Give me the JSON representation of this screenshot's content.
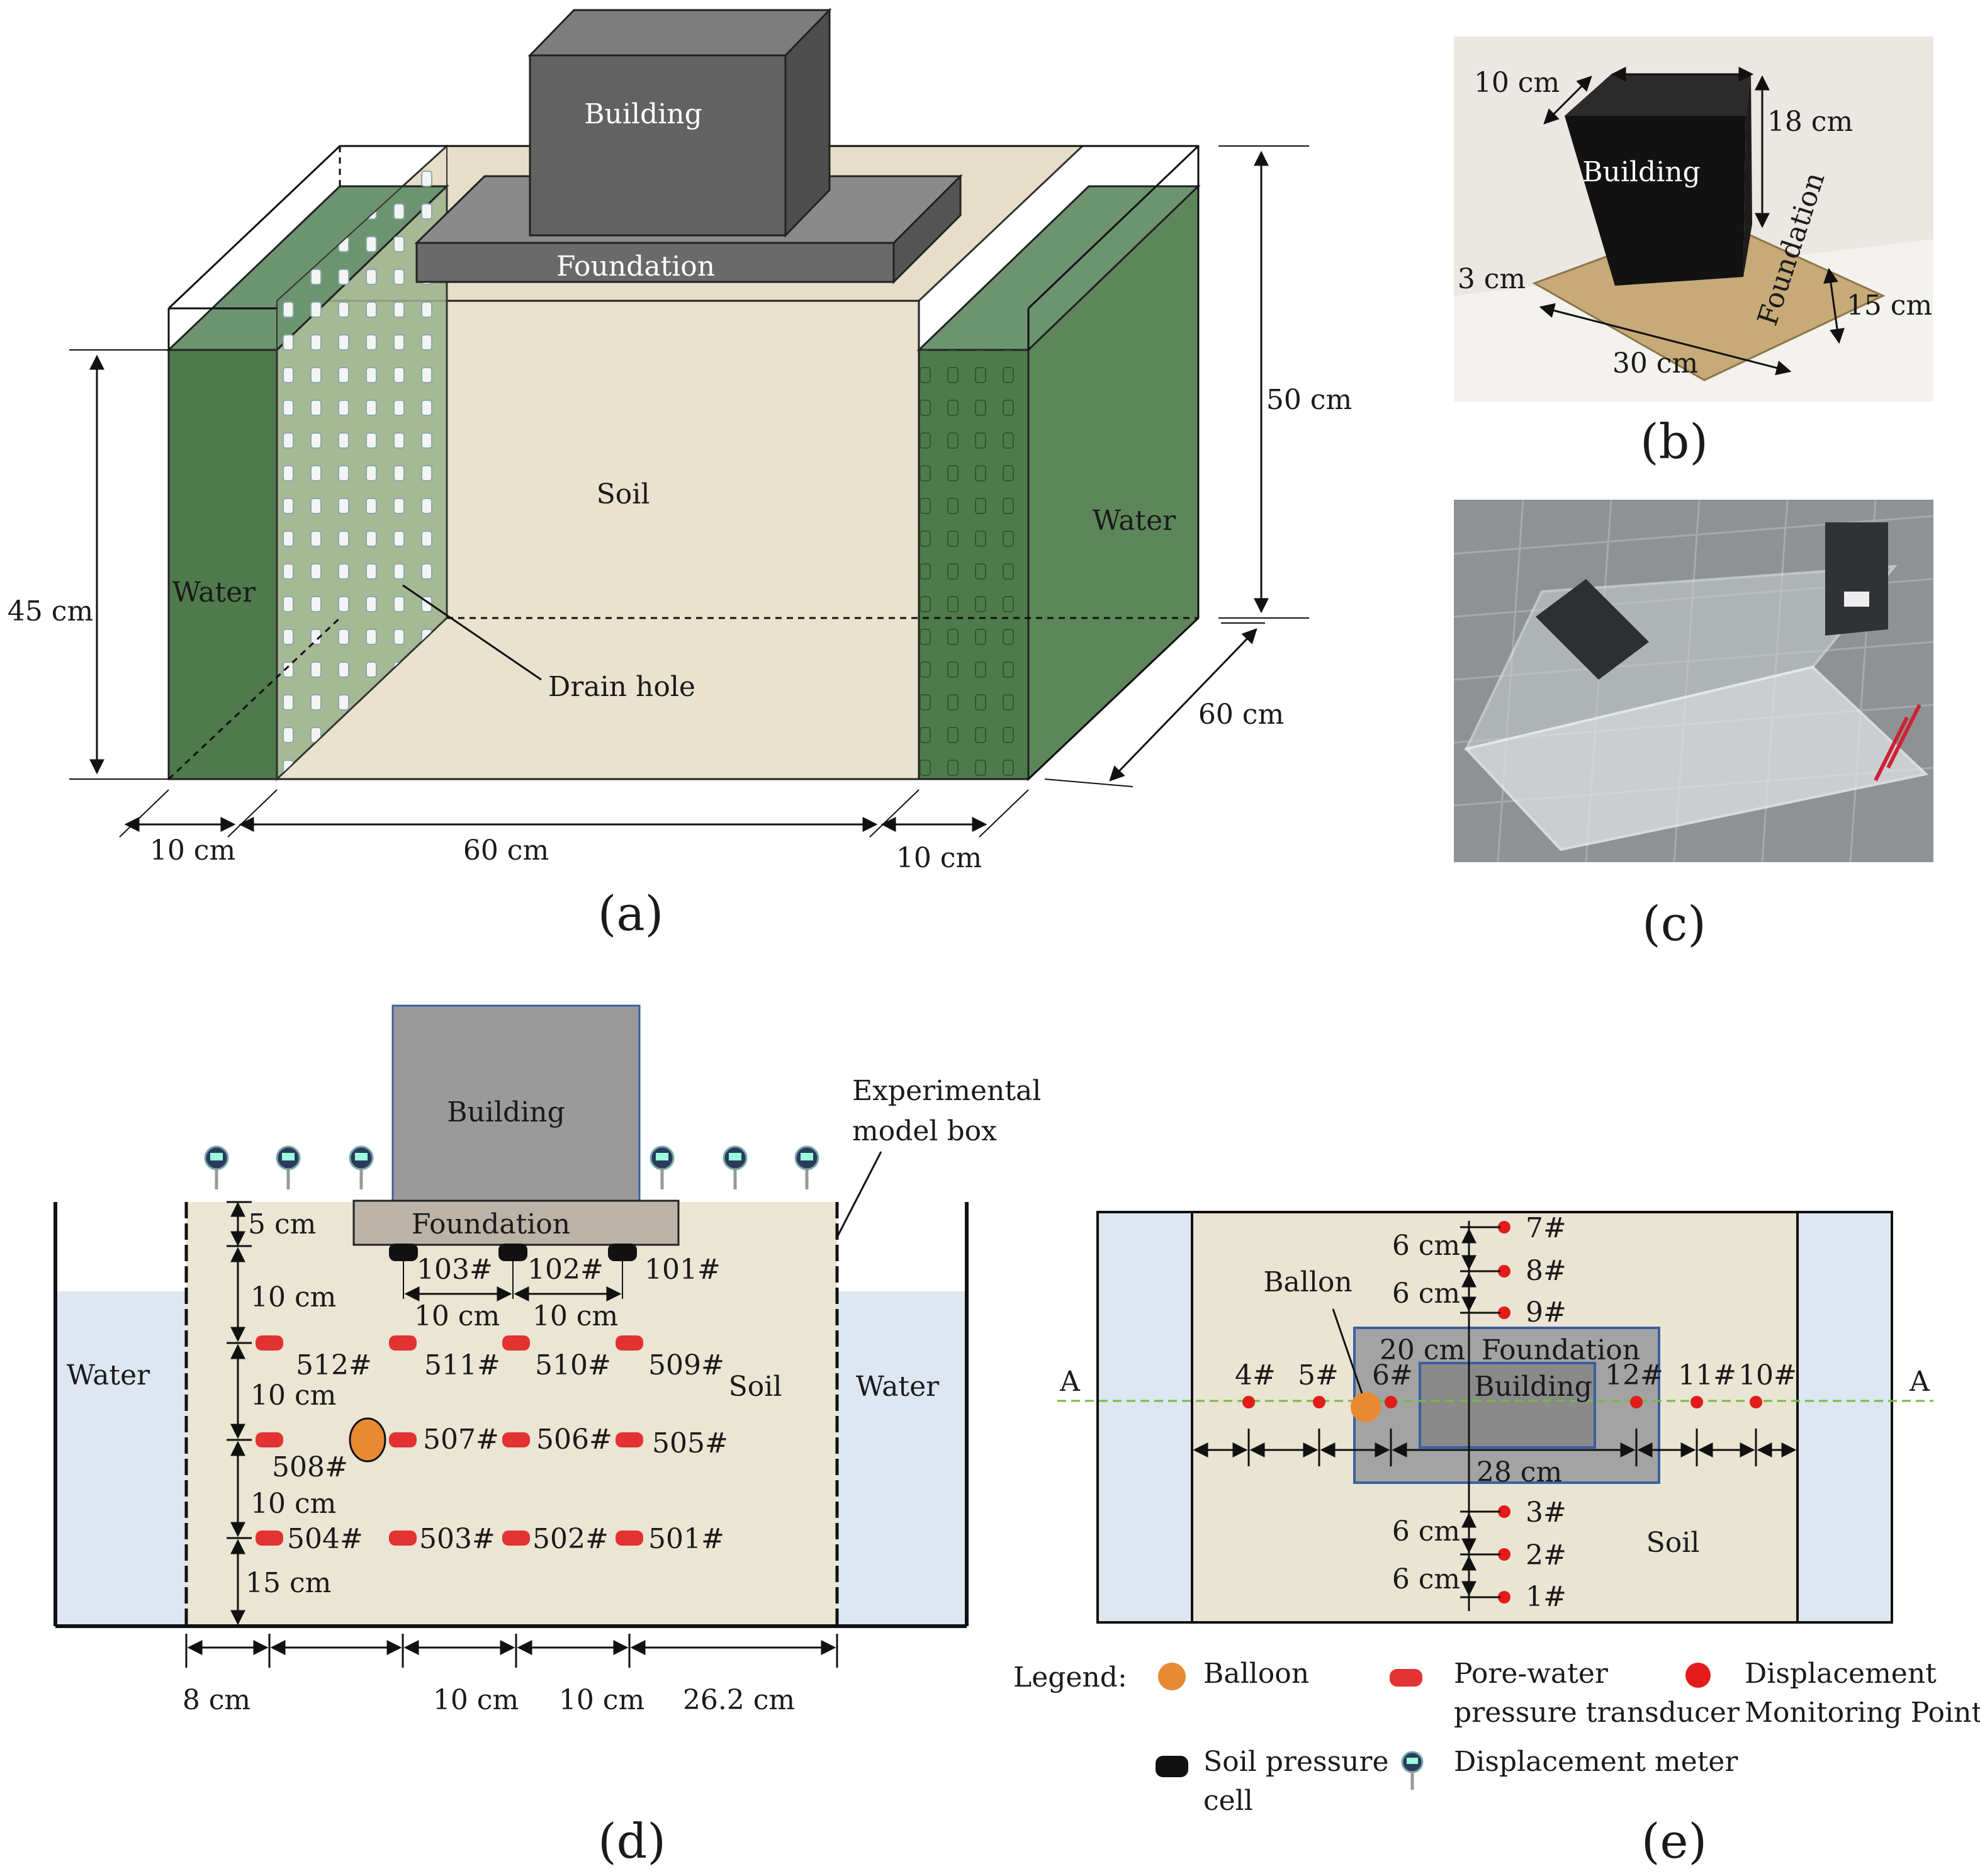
{
  "colors": {
    "soil": "#e9e2cf",
    "water_green": "#4e7a4c",
    "water_blue": "#dde6f1",
    "building_gray": "#6b6b6b",
    "foundation_gray": "#808080",
    "transducer_red": "#e23232",
    "balloon_orange": "#e88a34",
    "point_red": "#e21b1b",
    "frame_blue": "#3b5fa0",
    "axis_green": "#6fbf3f"
  },
  "panel_a": {
    "caption": "(a)",
    "building": "Building",
    "foundation": "Foundation",
    "soil": "Soil",
    "water_left": "Water",
    "water_right": "Water",
    "drain_hole": "Drain hole",
    "dim_45": "45 cm",
    "dim_50": "50 cm",
    "dim_60_depth": "60 cm",
    "dim_10_left": "10 cm",
    "dim_60_width": "60 cm",
    "dim_10_right": "10 cm"
  },
  "panel_b": {
    "caption": "(b)",
    "building": "Building",
    "foundation": "Foundation",
    "dim_10": "10 cm",
    "dim_18": "18 cm",
    "dim_3": "3 cm",
    "dim_15": "15 cm",
    "dim_30": "30 cm"
  },
  "panel_c": {
    "caption": "(c)"
  },
  "panel_d": {
    "caption": "(d)",
    "building": "Building",
    "foundation": "Foundation",
    "box_label_1": "Experimental",
    "box_label_2": "model box",
    "water_left": "Water",
    "water_right": "Water",
    "soil": "Soil",
    "cells": [
      "103#",
      "102#",
      "101#"
    ],
    "transducers_row1": [
      "512#",
      "511#",
      "510#",
      "509#"
    ],
    "transducers_row2": [
      "508#",
      "507#",
      "506#",
      "505#"
    ],
    "transducers_row3": [
      "504#",
      "503#",
      "502#",
      "501#"
    ],
    "dim_5": "5 cm",
    "dim_10a": "10 cm",
    "dim_10b": "10 cm",
    "dim_10c": "10 cm",
    "dim_15": "15 cm",
    "dim_cell_10a": "10 cm",
    "dim_cell_10b": "10 cm",
    "bottom_8": "8 cm",
    "bottom_10a": "10 cm",
    "bottom_10b": "10 cm",
    "bottom_26": "26.2 cm"
  },
  "panel_e": {
    "caption": "(e)",
    "foundation": "Foundation",
    "building": "Building",
    "soil": "Soil",
    "ballon": "Ballon",
    "section_left": "A",
    "section_right": "A",
    "dim_20": "20 cm",
    "dim_28": "28 cm",
    "dims_6": [
      "6 cm",
      "6 cm",
      "6 cm",
      "6 cm"
    ],
    "points_top": [
      "7#",
      "8#",
      "9#"
    ],
    "points_mid": [
      "4#",
      "5#",
      "6#",
      "12#",
      "11#",
      "10#"
    ],
    "points_bottom": [
      "3#",
      "2#",
      "1#"
    ]
  },
  "legend": {
    "title": "Legend:",
    "balloon": "Balloon",
    "transducer_1": "Pore-water",
    "transducer_2": "pressure transducer",
    "point_1": "Displacement",
    "point_2": "Monitoring Point",
    "cell_1": "Soil pressure",
    "cell_2": "cell",
    "meter": "Displacement meter"
  }
}
